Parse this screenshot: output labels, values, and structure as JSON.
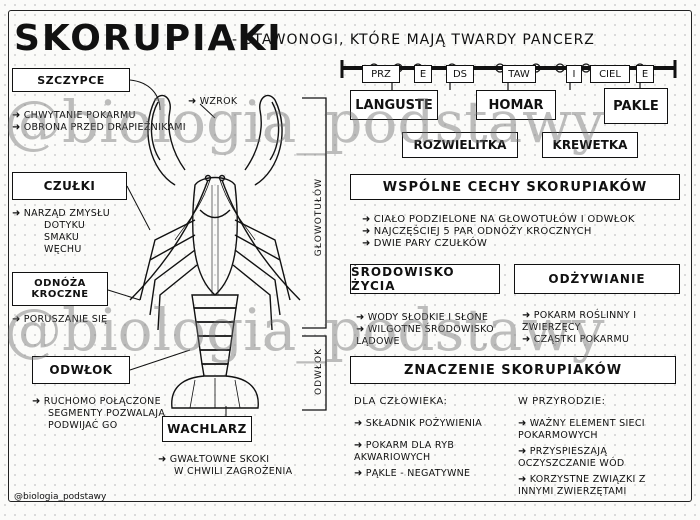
{
  "title": "SKORUPIAKI",
  "subtitle": "- STAWONOGI, KTÓRE MAJĄ TWARDY PANCERZ",
  "representatives": {
    "letters": [
      "PRZ",
      "E",
      "DS",
      "TAW",
      "I",
      "CIEL",
      "E"
    ],
    "items": [
      "LANGUSTE",
      "HOMAR",
      "PAKLE",
      "ROZWIELITKA",
      "KREWETKA"
    ]
  },
  "anatomy": {
    "szczypce": {
      "label": "SZCZYPCE",
      "notes": [
        "CHWYTANIE POKARMU",
        "OBRONA PRZED DRAPIEŻNIKAMI"
      ]
    },
    "czulki": {
      "label": "CZUŁKI",
      "notes": [
        "NARZĄD ZMYSŁU",
        "DOTYKU",
        "SMAKU",
        "WĘCHU"
      ]
    },
    "odnoza": {
      "label": "ODNÓŻA KROCZNE",
      "notes": [
        "PORUSZANIE SIĘ"
      ]
    },
    "odwlok": {
      "label": "ODWŁOK",
      "notes": [
        "RUCHOMO POŁĄCZONE",
        "SEGMENTY POZWALAJĄ",
        "PODWIJAĆ GO"
      ]
    },
    "wachlarz": {
      "label": "WACHLARZ",
      "notes": [
        "GWAŁTOWNE SKOKI",
        "W CHWILI ZAGROŻENIA"
      ]
    },
    "wzrok": "WZROK",
    "glowotulow_label": "GŁOWOTUŁÓW",
    "odwlok_vlabel": "ODWŁOK"
  },
  "wspolne": {
    "heading": "WSPÓLNE CECHY SKORUPIAKÓW",
    "items": [
      "CIAŁO PODZIELONE NA GŁOWOTUŁÓW I ODWŁOK",
      "NAJCZĘŚCIEJ 5 PAR ODNÓŻY KROCZNYCH",
      "DWIE PARY CZUŁKÓW"
    ]
  },
  "srodowisko": {
    "heading": "ŚRODOWISKO ŻYCIA",
    "items": [
      "WODY SŁODKIE I SŁONE",
      "WILGOTNE ŚRODOWISKO LĄDOWE"
    ]
  },
  "odzywianie": {
    "heading": "ODŻYWIANIE",
    "items": [
      "POKARM ROŚLINNY I ZWIERZĘCY",
      "CZĄSTKI POKARMU"
    ]
  },
  "znaczenie": {
    "heading": "ZNACZENIE SKORUPIAKÓW",
    "czlowiek": {
      "title": "DLA CZŁOWIEKA:",
      "items": [
        "SKŁADNIK POŻYWIENIA",
        "POKARM DLA RYB AKWARIOWYCH",
        "PĄKLE - NEGATYWNE"
      ]
    },
    "przyroda": {
      "title": "W PRZYRODZIE:",
      "items": [
        "WAŻNY ELEMENT SIECI POKARMOWYCH",
        "PRZYSPIESZAJĄ OCZYSZCZANIE WÓD",
        "KORZYSTNE ZWIĄZKI Z INNYMI ZWIERZĘTAMI"
      ]
    }
  },
  "watermark": "@biologia_podstawy",
  "footer": "@biologia_podstawy"
}
